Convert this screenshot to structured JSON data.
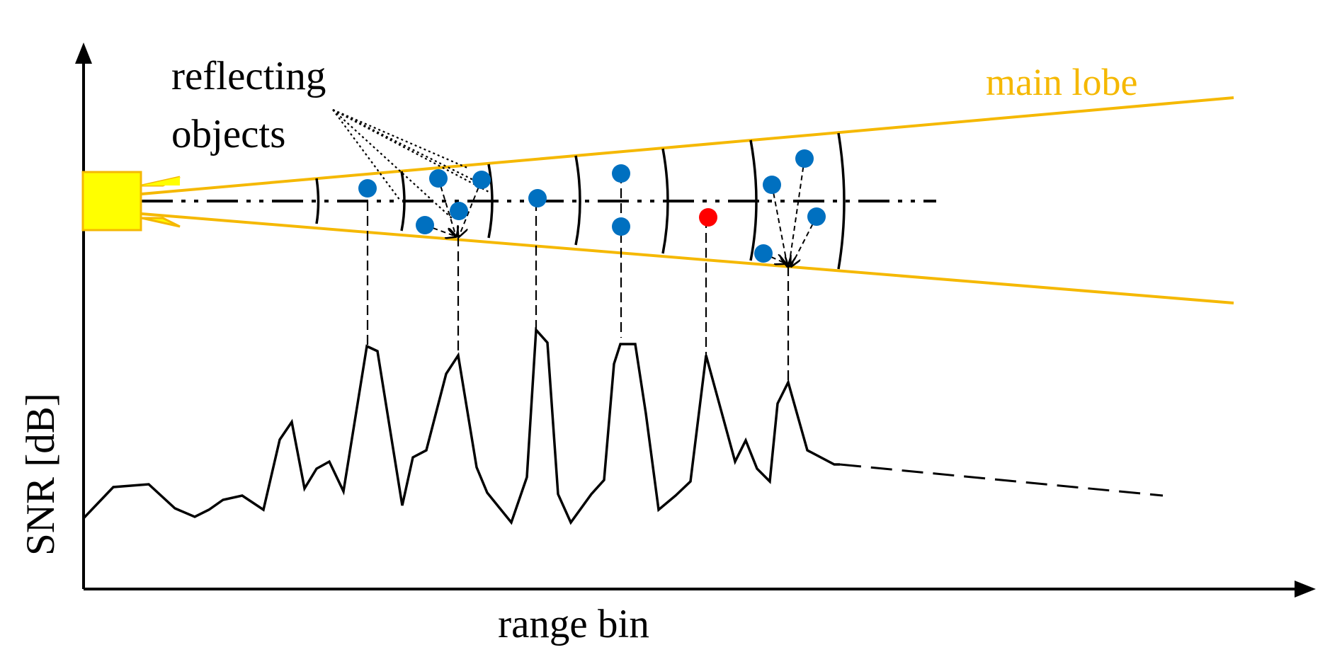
{
  "labels": {
    "reflecting": "reflecting",
    "objects": "objects",
    "main_lobe": "main lobe",
    "x_axis": "range bin",
    "y_axis": "SNR [dB]"
  },
  "colors": {
    "main_lobe": "#F5B800",
    "radar": "#FFFF00",
    "radar_border": "#F5B800",
    "object": "#0070C0",
    "target": "#FF0000",
    "line": "#000000"
  },
  "icons": {
    "radar": "radar-sensor-icon"
  }
}
